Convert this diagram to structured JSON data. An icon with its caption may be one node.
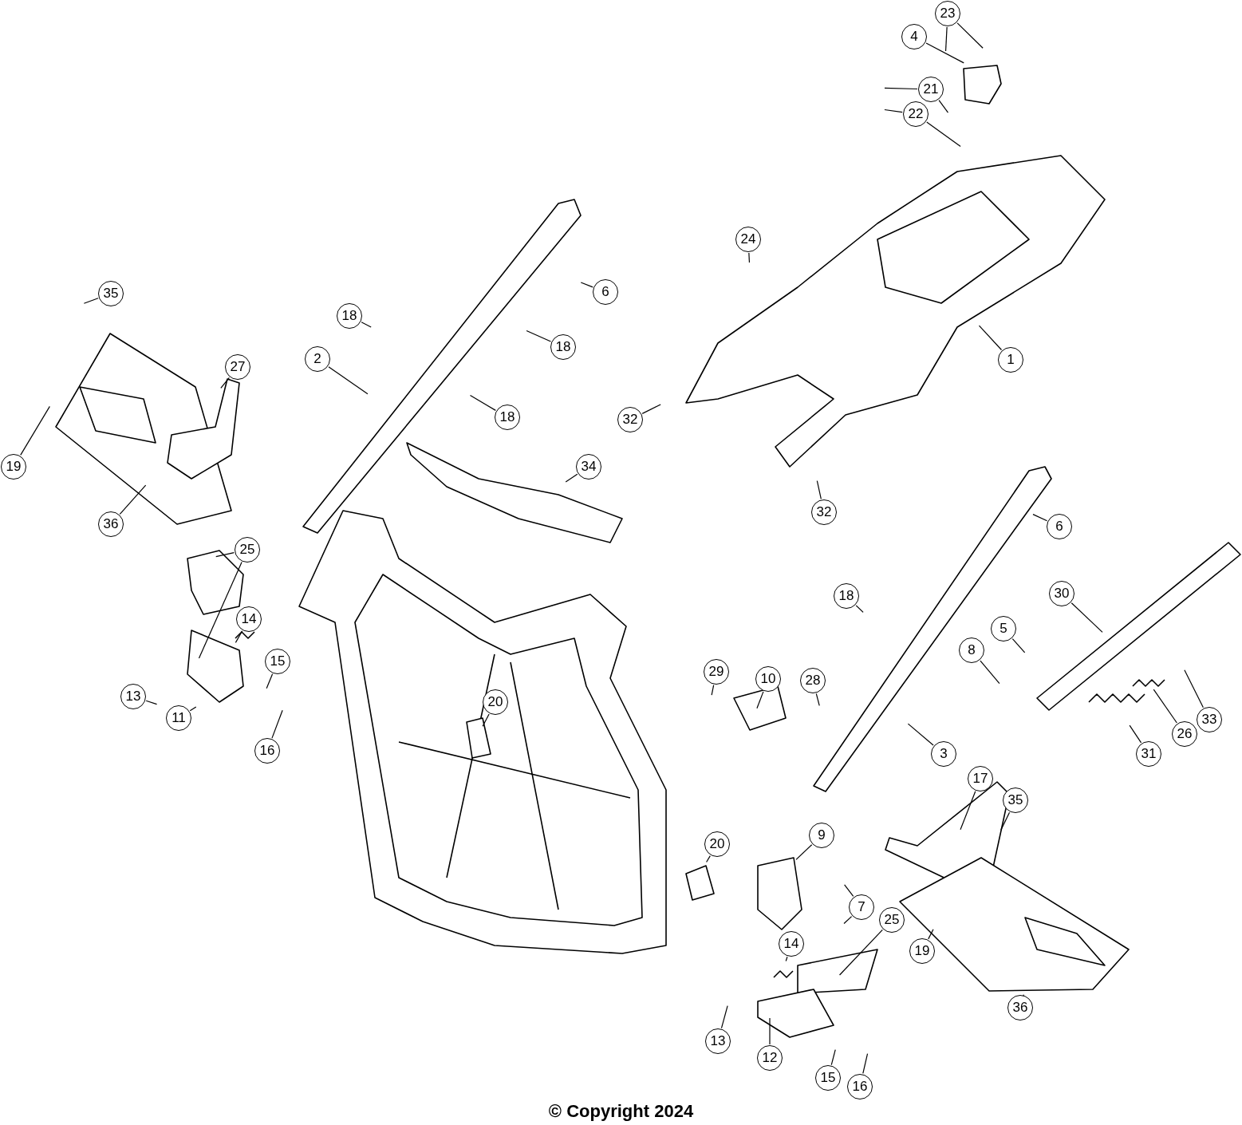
{
  "diagram": {
    "nodes": [
      {
        "text": [
          "23"
        ]
      },
      {
        "text": [
          "4"
        ]
      },
      {
        "text": [
          "21"
        ]
      },
      {
        "text": [
          "22"
        ]
      },
      {
        "text": [
          "24"
        ]
      },
      {
        "text": [
          "6"
        ]
      },
      {
        "text": [
          "35"
        ]
      },
      {
        "text": [
          "18"
        ]
      },
      {
        "text": [
          "18"
        ]
      },
      {
        "text": [
          "1"
        ]
      },
      {
        "text": [
          "2"
        ]
      },
      {
        "text": [
          "27"
        ]
      },
      {
        "text": [
          "18"
        ]
      },
      {
        "text": [
          "32"
        ]
      },
      {
        "text": [
          "19"
        ]
      },
      {
        "text": [
          "34"
        ]
      },
      {
        "text": [
          "36"
        ]
      },
      {
        "text": [
          "32"
        ]
      },
      {
        "text": [
          "6"
        ]
      },
      {
        "text": [
          "25"
        ]
      },
      {
        "text": [
          "30"
        ]
      },
      {
        "text": [
          "18"
        ]
      },
      {
        "text": [
          "14"
        ]
      },
      {
        "text": [
          "5"
        ]
      },
      {
        "text": [
          "8"
        ]
      },
      {
        "text": [
          "15"
        ]
      },
      {
        "text": [
          "29"
        ]
      },
      {
        "text": [
          "10"
        ]
      },
      {
        "text": [
          "28"
        ]
      },
      {
        "text": [
          "13"
        ]
      },
      {
        "text": [
          "20"
        ]
      },
      {
        "text": [
          "11"
        ]
      },
      {
        "text": [
          "33"
        ]
      },
      {
        "text": [
          "26"
        ]
      },
      {
        "text": [
          "16"
        ]
      },
      {
        "text": [
          "3"
        ]
      },
      {
        "text": [
          "31"
        ]
      },
      {
        "text": [
          "17"
        ]
      },
      {
        "text": [
          "35"
        ]
      },
      {
        "text": [
          "9"
        ]
      },
      {
        "text": [
          "20"
        ]
      },
      {
        "text": [
          "7"
        ]
      },
      {
        "text": [
          "25"
        ]
      },
      {
        "text": [
          "14"
        ]
      },
      {
        "text": [
          "19"
        ]
      },
      {
        "text": [
          "36"
        ]
      },
      {
        "text": [
          "13"
        ]
      },
      {
        "text": [
          "12"
        ]
      },
      {
        "text": [
          "15"
        ]
      },
      {
        "text": [
          "16"
        ]
      }
    ],
    "edges": [
      {
        "from": 0,
        "to": null,
        "arrow": "none"
      },
      {
        "from": 0,
        "to": null,
        "arrow": "none"
      },
      {
        "from": 1,
        "to": null,
        "arrow": "none"
      },
      {
        "from": 2,
        "to": null,
        "arrow": "none"
      },
      {
        "from": 2,
        "to": null,
        "arrow": "none"
      },
      {
        "from": 3,
        "to": null,
        "arrow": "none"
      },
      {
        "from": 3,
        "to": null,
        "arrow": "none"
      },
      {
        "from": 4,
        "to": null,
        "arrow": "none"
      },
      {
        "from": 5,
        "to": null,
        "arrow": "none"
      },
      {
        "from": 6,
        "to": null,
        "arrow": "none"
      },
      {
        "from": 7,
        "to": null,
        "arrow": "none"
      },
      {
        "from": 8,
        "to": null,
        "arrow": "none"
      },
      {
        "from": 9,
        "to": null,
        "arrow": "none"
      },
      {
        "from": 10,
        "to": null,
        "arrow": "none"
      },
      {
        "from": 11,
        "to": null,
        "arrow": "none"
      },
      {
        "from": 12,
        "to": null,
        "arrow": "none"
      },
      {
        "from": 13,
        "to": null,
        "arrow": "none"
      },
      {
        "from": 14,
        "to": null,
        "arrow": "none"
      },
      {
        "from": 15,
        "to": null,
        "arrow": "none"
      },
      {
        "from": 16,
        "to": null,
        "arrow": "none"
      },
      {
        "from": 17,
        "to": null,
        "arrow": "none"
      },
      {
        "from": 18,
        "to": null,
        "arrow": "none"
      },
      {
        "from": 19,
        "to": null,
        "arrow": "none"
      },
      {
        "from": 19,
        "to": null,
        "arrow": "none"
      },
      {
        "from": 20,
        "to": null,
        "arrow": "none"
      },
      {
        "from": 21,
        "to": null,
        "arrow": "none"
      },
      {
        "from": 22,
        "to": null,
        "arrow": "none"
      },
      {
        "from": 23,
        "to": null,
        "arrow": "none"
      },
      {
        "from": 24,
        "to": null,
        "arrow": "none"
      },
      {
        "from": 25,
        "to": null,
        "arrow": "none"
      },
      {
        "from": 26,
        "to": null,
        "arrow": "none"
      },
      {
        "from": 27,
        "to": null,
        "arrow": "none"
      },
      {
        "from": 28,
        "to": null,
        "arrow": "none"
      },
      {
        "from": 29,
        "to": null,
        "arrow": "none"
      },
      {
        "from": 30,
        "to": null,
        "arrow": "none"
      },
      {
        "from": 31,
        "to": null,
        "arrow": "none"
      },
      {
        "from": 32,
        "to": null,
        "arrow": "none"
      },
      {
        "from": 33,
        "to": null,
        "arrow": "none"
      },
      {
        "from": 34,
        "to": null,
        "arrow": "none"
      },
      {
        "from": 35,
        "to": null,
        "arrow": "none"
      },
      {
        "from": 36,
        "to": null,
        "arrow": "none"
      },
      {
        "from": 37,
        "to": null,
        "arrow": "none"
      },
      {
        "from": 38,
        "to": null,
        "arrow": "none"
      },
      {
        "from": 39,
        "to": null,
        "arrow": "none"
      },
      {
        "from": 40,
        "to": null,
        "arrow": "none"
      },
      {
        "from": 41,
        "to": null,
        "arrow": "none"
      },
      {
        "from": 41,
        "to": null,
        "arrow": "none"
      },
      {
        "from": 42,
        "to": null,
        "arrow": "none"
      },
      {
        "from": 43,
        "to": null,
        "arrow": "none"
      },
      {
        "from": 44,
        "to": null,
        "arrow": "none"
      },
      {
        "from": 45,
        "to": null,
        "arrow": "none"
      },
      {
        "from": 46,
        "to": null,
        "arrow": "none"
      },
      {
        "from": 47,
        "to": null,
        "arrow": "none"
      },
      {
        "from": 48,
        "to": null,
        "arrow": "none"
      },
      {
        "from": 49,
        "to": null,
        "arrow": "none"
      }
    ],
    "labels": [
      "© Copyright 2024"
    ]
  }
}
